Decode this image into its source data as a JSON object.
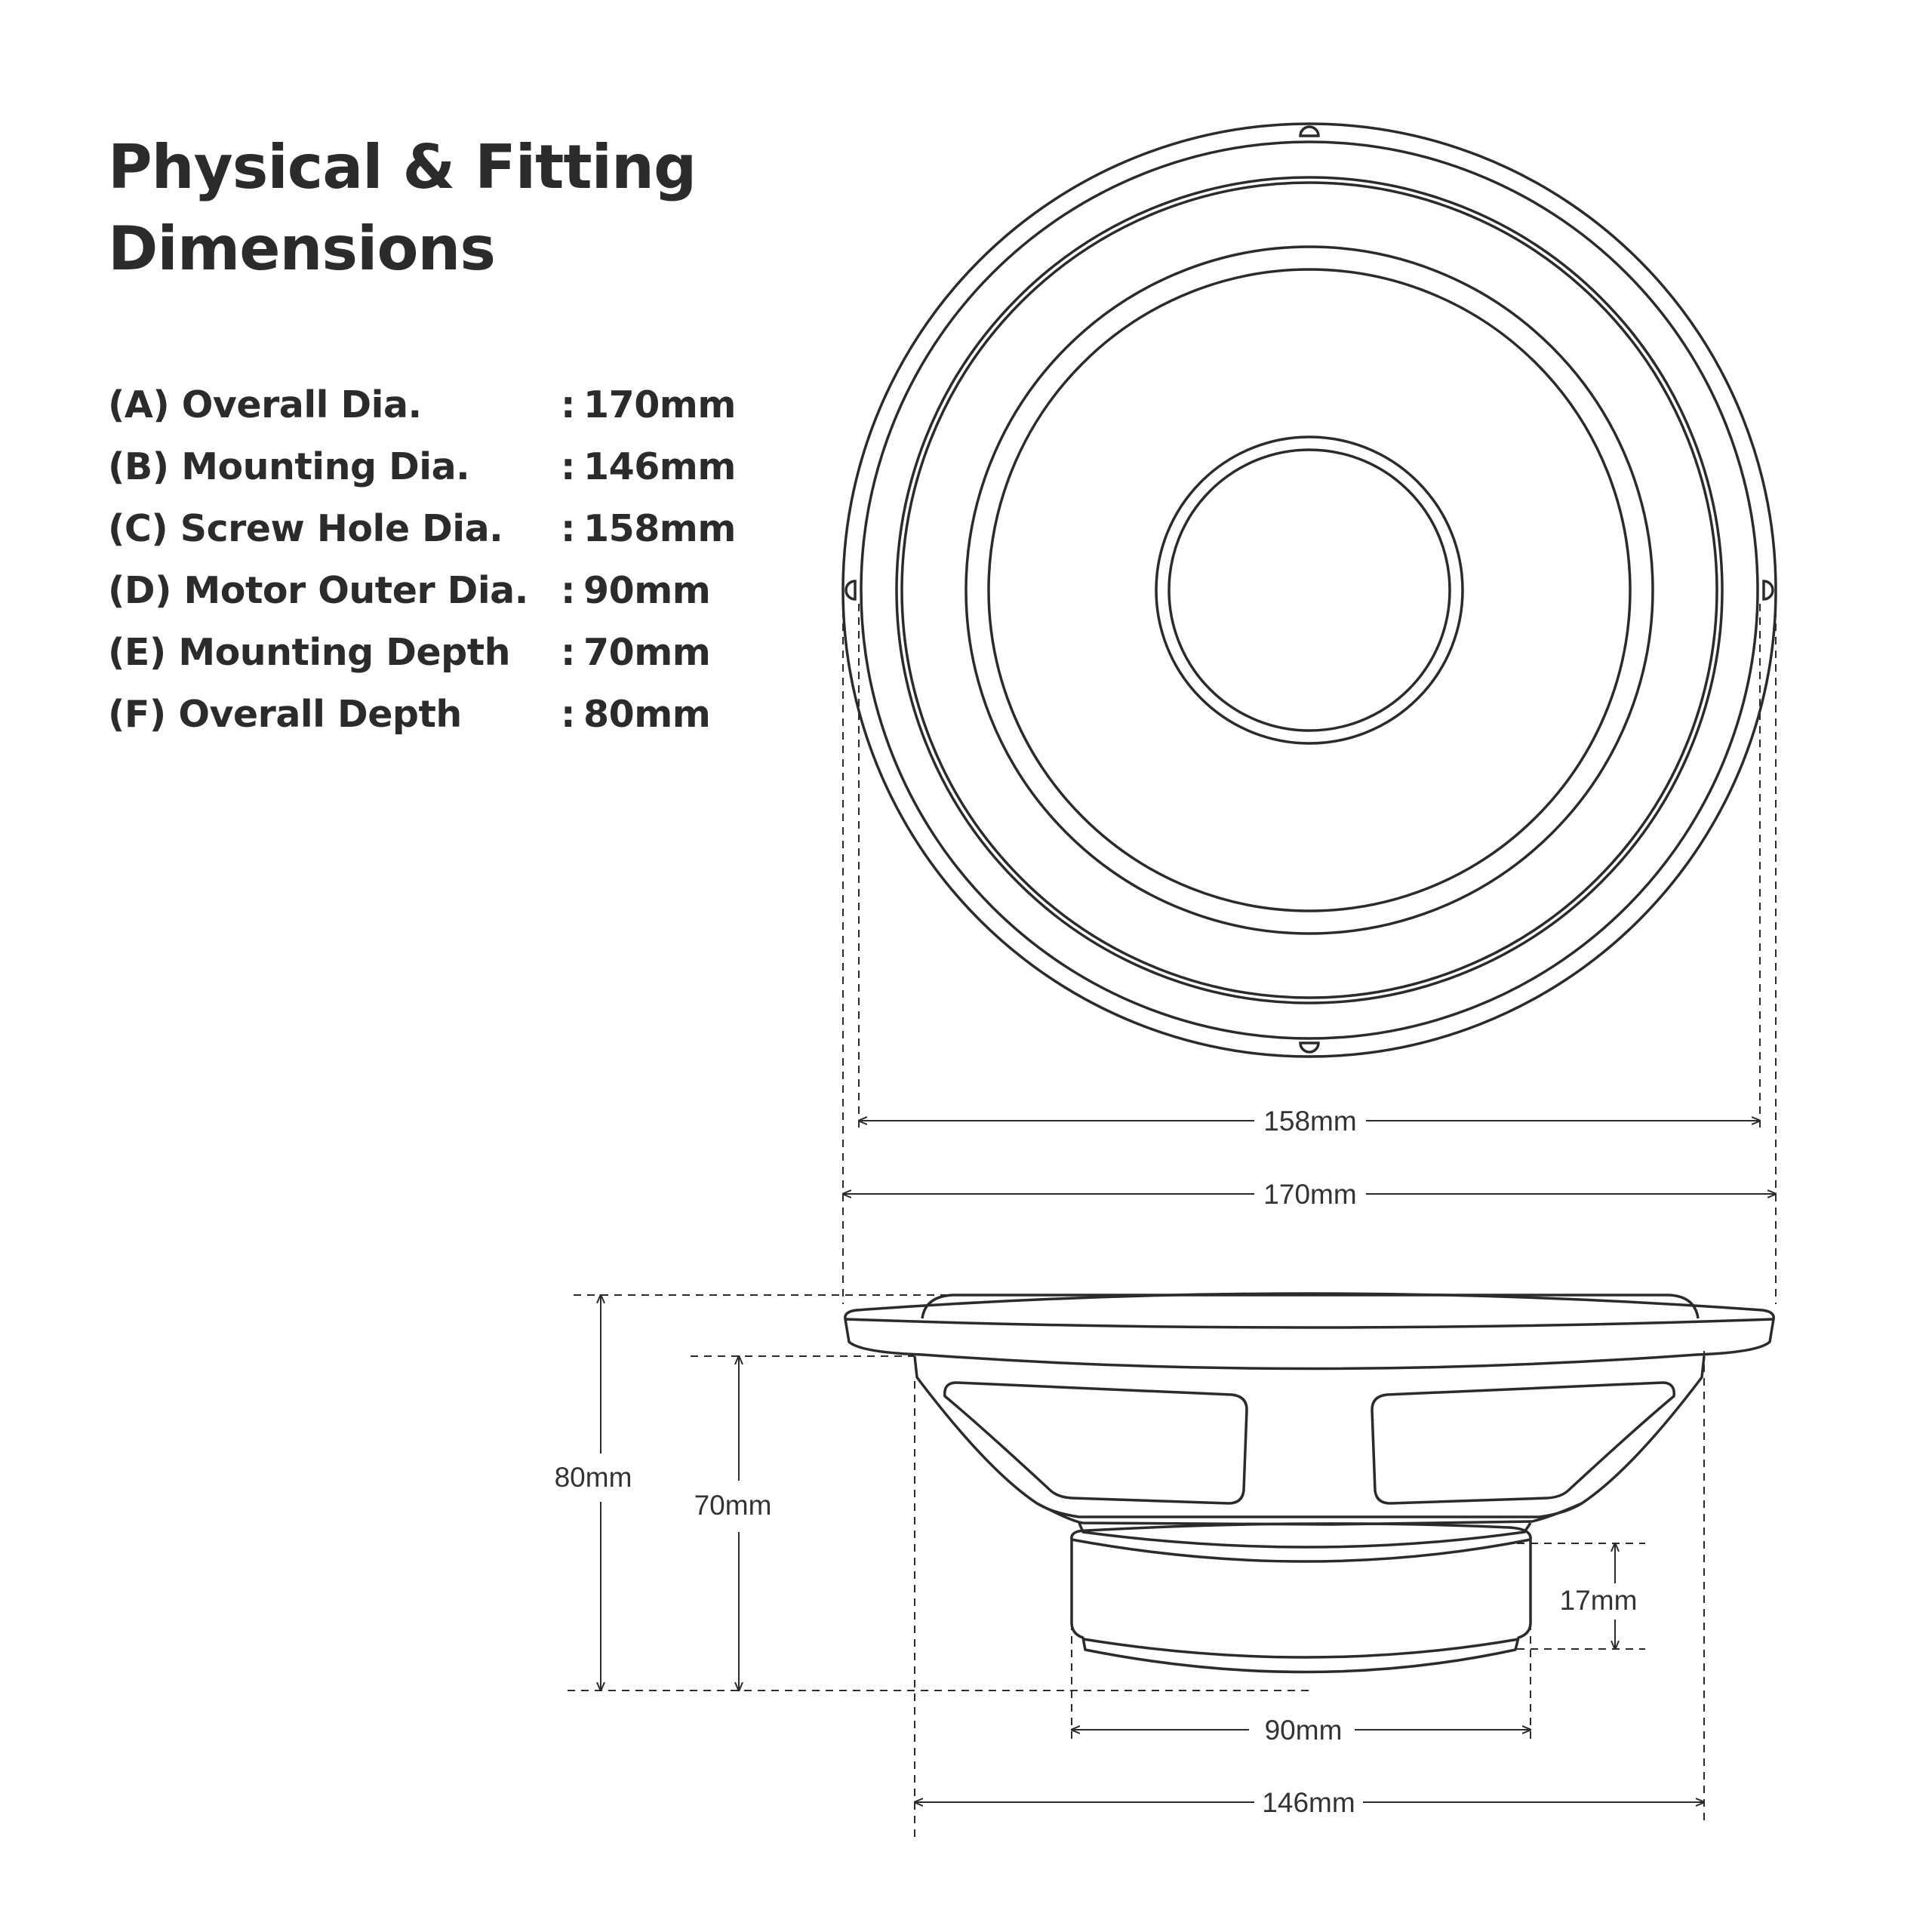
{
  "title": {
    "line1": "Physical & Fitting",
    "line2": "Dimensions"
  },
  "specs": [
    {
      "label": "(A) Overall Dia.",
      "colon": ":",
      "value": "170mm"
    },
    {
      "label": "(B) Mounting Dia.",
      "colon": ":",
      "value": "146mm"
    },
    {
      "label": "(C) Screw Hole Dia.",
      "colon": ":",
      "value": "158mm"
    },
    {
      "label": "(D) Motor Outer Dia.",
      "colon": ":",
      "value": "90mm"
    },
    {
      "label": "(E) Mounting Depth",
      "colon": ":",
      "value": "70mm"
    },
    {
      "label": "(F) Overall Depth",
      "colon": ":",
      "value": "80mm"
    }
  ],
  "dimensions": {
    "screw_hole": "158mm",
    "overall_dia": "170mm",
    "overall_depth": "80mm",
    "mounting_depth": "70mm",
    "motor_height": "17mm",
    "motor_dia": "90mm",
    "mounting_dia": "146mm"
  },
  "colors": {
    "text": "#2b2b2b",
    "line": "#2b2b2b"
  }
}
